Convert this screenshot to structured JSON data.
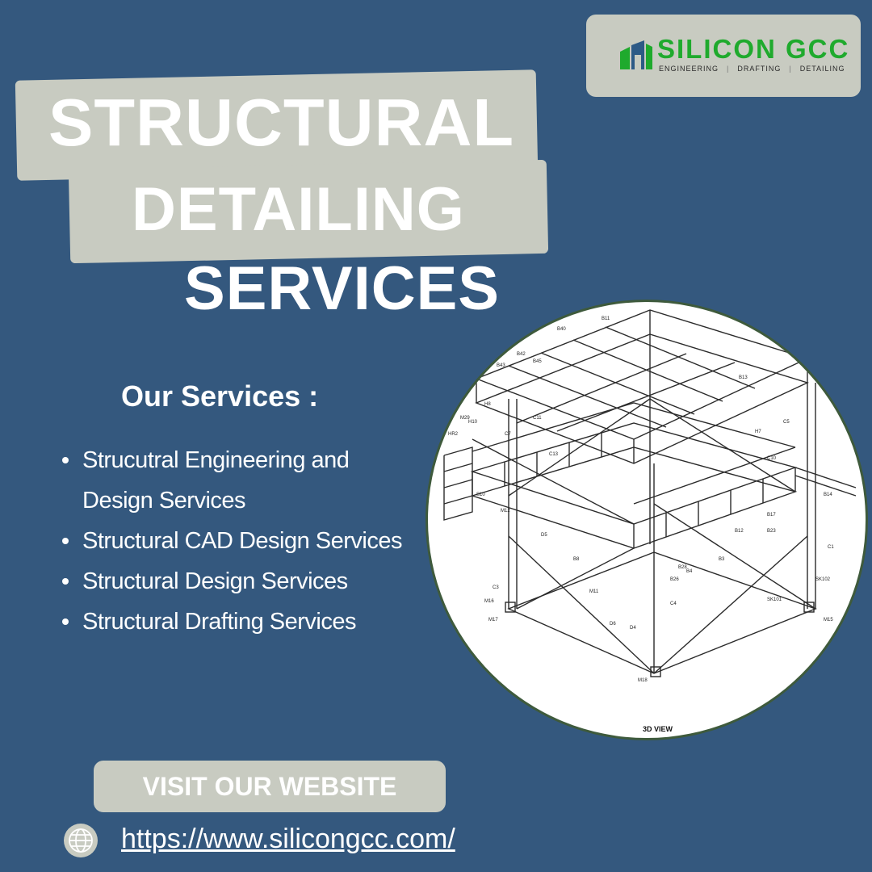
{
  "logo": {
    "name": "SILICON GCC",
    "tags": [
      "ENGINEERING",
      "DRAFTING",
      "DETAILING"
    ],
    "color": "#1faa2d"
  },
  "title": {
    "line1": "STRUCTURAL",
    "line2": "DETAILING",
    "line3": "SERVICES"
  },
  "services": {
    "heading": "Our Services :",
    "items": [
      "Strucutral Engineering and Design Services",
      "Structural CAD Design Services",
      "Structural Design Services",
      "Structural Drafting Services"
    ]
  },
  "drawing": {
    "label": "3D VIEW",
    "part_marks": [
      "B11",
      "B40",
      "B42",
      "B43",
      "B45",
      "H10",
      "H8",
      "M29",
      "HR2",
      "C7",
      "C11",
      "C13",
      "B13",
      "C5",
      "H7",
      "C10",
      "B14",
      "B17",
      "B23",
      "C1",
      "B12",
      "B3",
      "S10",
      "M12",
      "D5",
      "B8",
      "B28",
      "M11",
      "C4",
      "D4",
      "D6",
      "C3",
      "M16",
      "M17",
      "B4",
      "B26",
      "SK101",
      "SK102",
      "M15",
      "M18"
    ]
  },
  "cta": {
    "button_label": "VISIT OUR WEBSITE",
    "url": "https://www.silicongcc.com/"
  },
  "colors": {
    "background": "#34587e",
    "panel": "#c8cbc1",
    "text": "#ffffff",
    "ring": "#3e5a3c"
  }
}
